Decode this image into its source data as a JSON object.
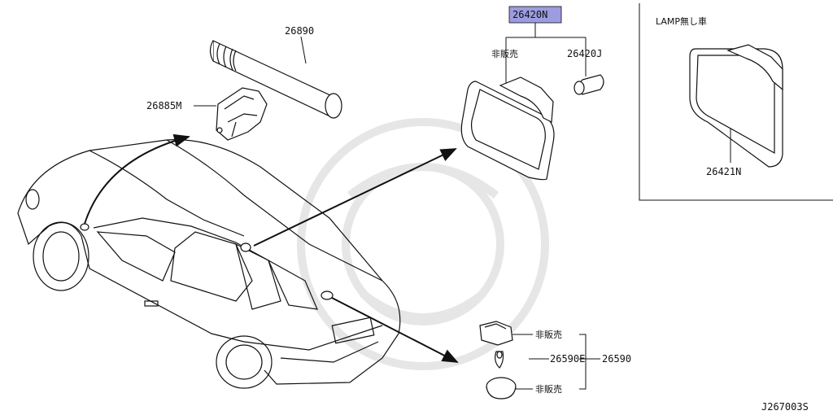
{
  "labels": {
    "p26890": "26890",
    "p26885M": "26885M",
    "p26420N": "26420N",
    "p26420J": "26420J",
    "p26421N": "26421N",
    "p26590E": "26590E",
    "p26590": "26590",
    "not_sold_1": "非販売",
    "not_sold_2": "非販売",
    "not_sold_3": "非販売",
    "inset_title": "LAMP無し車",
    "diagram_code": "J267003S"
  },
  "colors": {
    "highlight": "#9c9ce0",
    "line": "#111111",
    "watermark": "#e6e6e6"
  }
}
